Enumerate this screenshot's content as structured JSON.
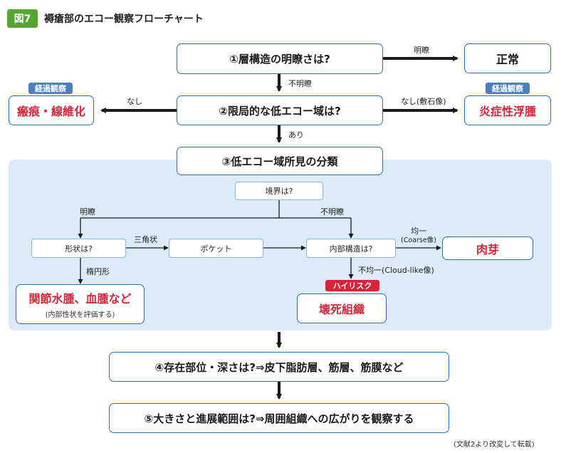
{
  "header": {
    "fig_label": "図7",
    "title": "褥瘡部のエコー観察フローチャート"
  },
  "steps": {
    "s1": "①層構造の明瞭さは?",
    "s2": "②限局的な低エコー域は?",
    "s3": "③低エコー域所見の分類",
    "s4": "④存在部位・深さは?⇒皮下脂肪層、筋層、筋膜など",
    "s5": "⑤大きさと進展範囲は?⇒周囲組織への広がりを観察する"
  },
  "results": {
    "normal": "正常",
    "scar": "瘢痕・線維化",
    "inflammation": "炎症性浮腫",
    "granulation": "肉芽",
    "joint": "関節水腫、血腫など",
    "joint_note": "(内部性状を評価する)",
    "necrosis": "壊死組織"
  },
  "tags": {
    "keika": "経過観察",
    "high_risk": "ハイリスク"
  },
  "edge_labels": {
    "clear": "明瞭",
    "unclear": "不明瞭",
    "none": "なし",
    "none_cobble": "なし(敷石像)",
    "yes": "あり",
    "boundary_clear": "明瞭",
    "boundary_unclear": "不明瞭",
    "triangle": "三角状",
    "oval": "楕円形",
    "uniform": "均一",
    "uniform_sub": "(Coarse像)",
    "nonuniform": "不均一(Cloud-like像)"
  },
  "sub_nodes": {
    "boundary": "境界は?",
    "shape": "形状は?",
    "pocket": "ポケット",
    "internal": "内部構造は?"
  },
  "footer": {
    "source": "(文献2より改変して転載)"
  }
}
